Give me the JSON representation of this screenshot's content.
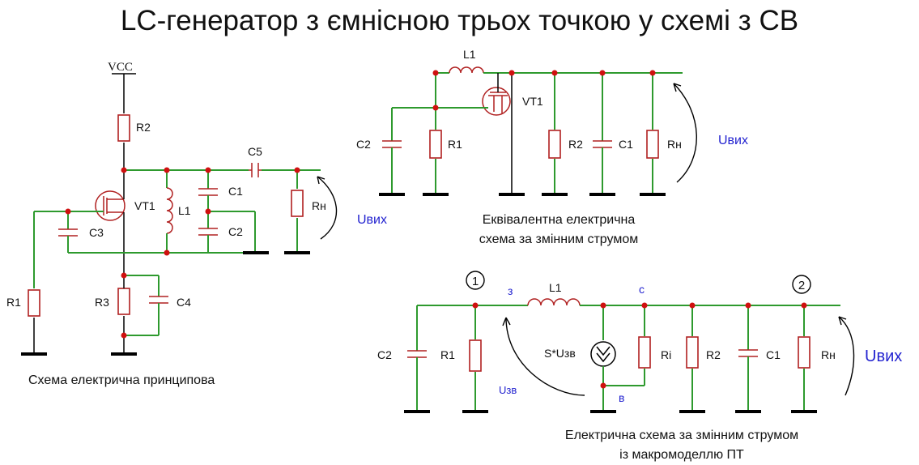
{
  "title": "LC-генератор з ємнісною трьох точкою у схемі з СВ",
  "captions": {
    "principal": "Схема електрична принципова",
    "equivalent_line1": "Еквівалентна електрична",
    "equivalent_line2": "схема за змінним струмом",
    "macro_line1": "Електрична схема за змінним струмом",
    "macro_line2": "із макромоделлю ПТ"
  },
  "schematic": {
    "vcc": "VCC",
    "r2": "R2",
    "c5": "C5",
    "vt1": "VT1",
    "c1": "C1",
    "l1": "L1",
    "c3": "C3",
    "c2": "C2",
    "rn": "Rн",
    "r1": "R1",
    "r3": "R3",
    "c4": "C4",
    "uout": "Uвих"
  },
  "equivalent": {
    "l1": "L1",
    "vt1": "VT1",
    "c2": "C2",
    "r1": "R1",
    "r2": "R2",
    "c1": "C1",
    "rn": "Rн",
    "uout": "Uвих"
  },
  "macro": {
    "node1": "1",
    "node2": "2",
    "gate": "з",
    "source": "с",
    "drain": "в",
    "l1": "L1",
    "c2": "C2",
    "r1": "R1",
    "src": "S*Uзв",
    "ri": "Ri",
    "r2": "R2",
    "c1": "C1",
    "rn": "Rн",
    "uzv": "Uзв",
    "uout": "Uвих"
  },
  "colors": {
    "wire": "#2e9a2e",
    "component": "#b02020",
    "node": "#d01010",
    "accent": "#2323d0"
  }
}
